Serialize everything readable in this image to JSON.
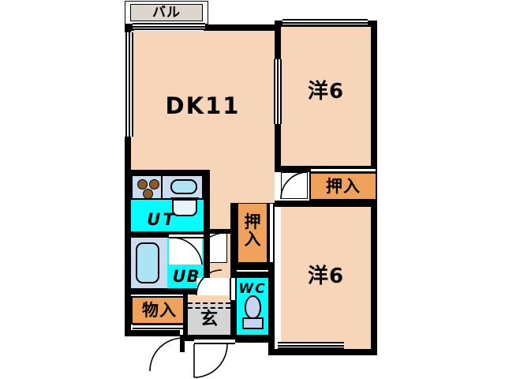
{
  "plan": {
    "type": "japanese-apartment-floorplan",
    "layout_code": "2DK",
    "colors": {
      "room_fill": "#f6d5b8",
      "closet_fill": "#f0a15a",
      "wet_area_fill": "#00ffff",
      "genkan_fill": "#d4d4d4",
      "balcony_fill": "#dcd6ce",
      "counter_fill": "#c9dcf0",
      "fixture_fill": "#aee3f5",
      "burner_fill": "#8a5a28",
      "wall": "#000000",
      "background": "#ffffff"
    },
    "rooms": [
      {
        "id": "balcony",
        "label": "バル",
        "type": "balcony"
      },
      {
        "id": "dk",
        "label": "DK11",
        "type": "dining-kitchen",
        "size_tatami": 11
      },
      {
        "id": "western-room-upper",
        "label": "洋6",
        "type": "western-room",
        "size_tatami": 6
      },
      {
        "id": "western-room-lower",
        "label": "洋6",
        "type": "western-room",
        "size_tatami": 6
      },
      {
        "id": "closet-upper",
        "label": "押入",
        "type": "closet"
      },
      {
        "id": "closet-middle",
        "label": "押入",
        "type": "closet"
      },
      {
        "id": "storage",
        "label": "物入",
        "type": "storage-closet"
      },
      {
        "id": "utility",
        "label": "UT",
        "type": "utility"
      },
      {
        "id": "unit-bath",
        "label": "UB",
        "type": "unit-bath"
      },
      {
        "id": "toilet",
        "label": "WC",
        "type": "water-closet"
      },
      {
        "id": "entrance",
        "label": "玄",
        "type": "genkan"
      }
    ],
    "closet_vertical_label": {
      "line1": "押",
      "line2": "入"
    }
  }
}
